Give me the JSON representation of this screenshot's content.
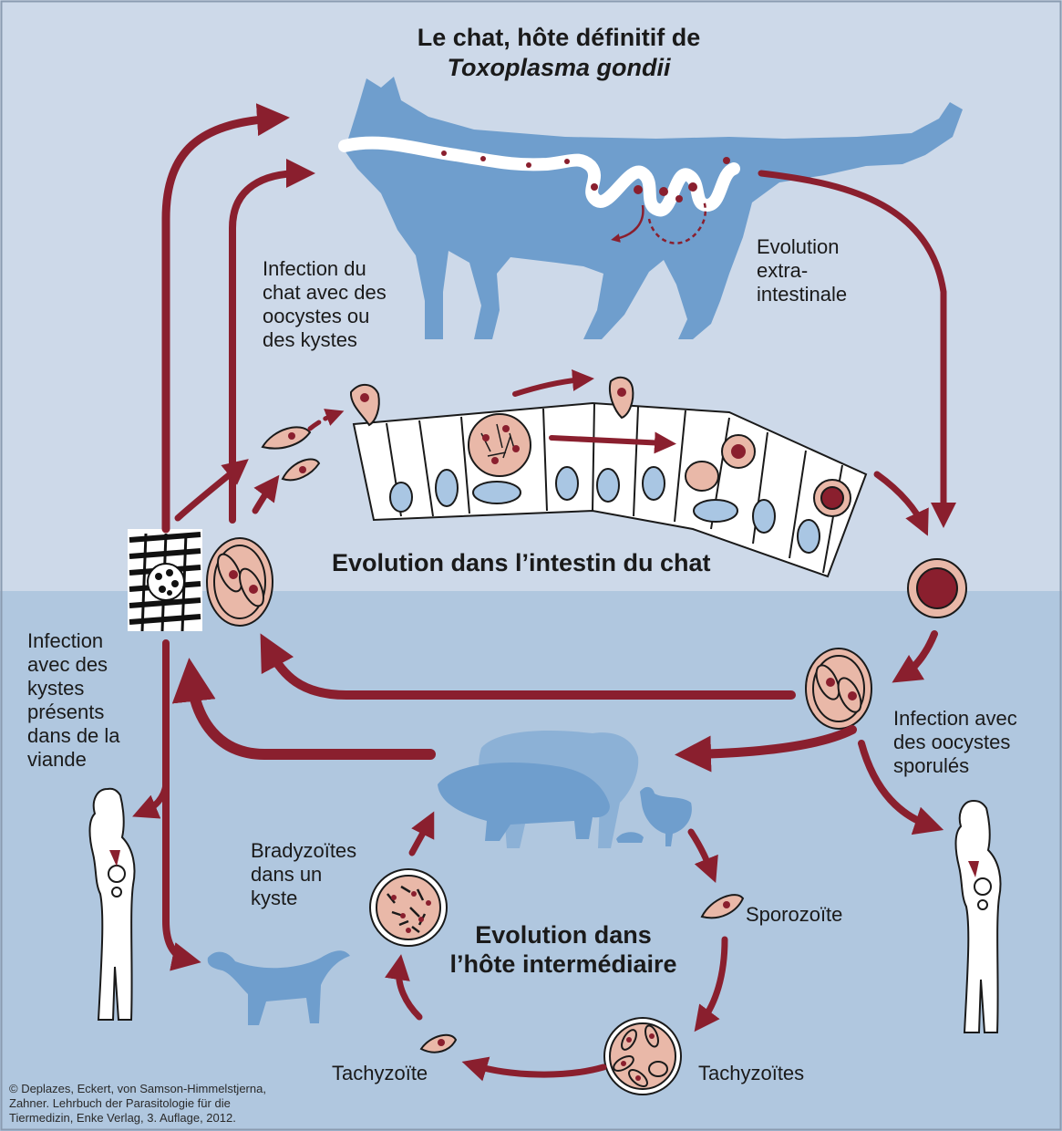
{
  "title": {
    "line1": "Le chat, hôte définitif de",
    "line2": "Toxoplasma gondii"
  },
  "section_titles": {
    "intestine": "Evolution dans l’intestin du chat",
    "intermediate_line1": "Evolution dans",
    "intermediate_line2": "l’hôte intermédiaire"
  },
  "labels": {
    "cat_infection": "Infection du\nchat avec des\noocystes ou\ndes kystes",
    "extraintestinal": "Evolution\nextra-\nintestinale",
    "meat_infection": "Infection\navec des\nkystes\nprésents\ndans de la\nviande",
    "sporulated_infection": "Infection avec\ndes oocystes\nsporulés",
    "bradyzoites": "Bradyzoïtes\ndans un\nkyste",
    "sporozoite": "Sporozoïte",
    "tachyzoites": "Tachyzoïtes",
    "tachyzoite": "Tachyzoïte"
  },
  "credit": "© Deplazes, Eckert, von Samson-Himmelstjerna,\nZahner. Lehrbuch der Parasitologie für die\nTiermedizin, Enke Verlag, 3. Auflage, 2012.",
  "colors": {
    "top_background": "#cdd9e9",
    "bottom_background": "#b0c7df",
    "animal_blue": "#6f9ecd",
    "arrow_red": "#8a1f2e",
    "cell_pink": "#e9b8a8",
    "nucleus_blue": "#a9c6e3"
  }
}
